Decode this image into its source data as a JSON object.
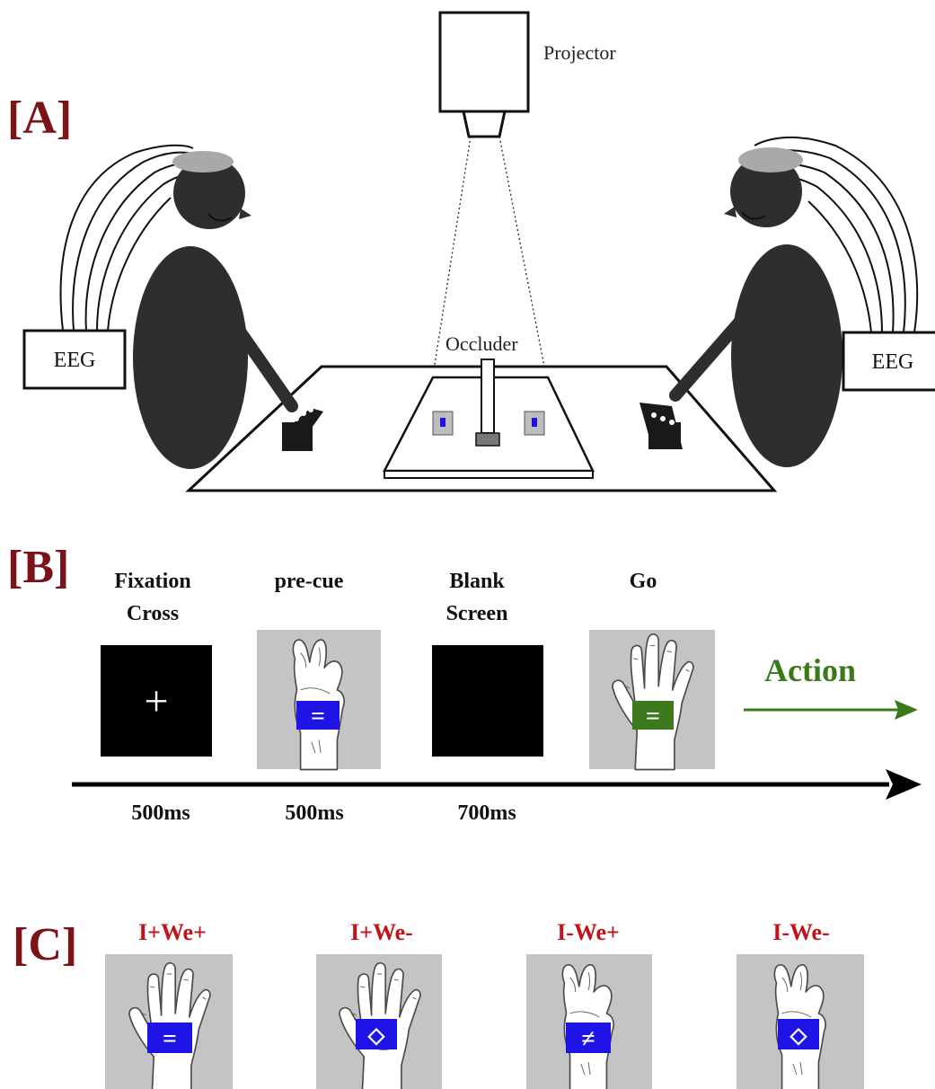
{
  "panel_a": {
    "label": "[A]",
    "projector_label": "Projector",
    "occluder_label": "Occluder",
    "eeg_left_label": "EEG",
    "eeg_right_label": "EEG"
  },
  "panel_b": {
    "label": "[B]",
    "frames": [
      {
        "title_line1": "Fixation",
        "title_line2": "Cross",
        "duration": "500ms",
        "glyph": "+"
      },
      {
        "title_line1": "pre-cue",
        "title_line2": "",
        "duration": "500ms",
        "glyph": "="
      },
      {
        "title_line1": "Blank",
        "title_line2": "Screen",
        "duration": "700ms",
        "glyph": ""
      },
      {
        "title_line1": "Go",
        "title_line2": "",
        "duration": "",
        "glyph": "="
      }
    ],
    "action_label": "Action"
  },
  "panel_c": {
    "label": "[C]",
    "conditions": [
      {
        "label": "I+We+",
        "glyph": "="
      },
      {
        "label": "I+We-",
        "glyph": "◇"
      },
      {
        "label": "I-We+",
        "glyph": "≠"
      },
      {
        "label": "I-We-",
        "glyph": "◇"
      }
    ]
  },
  "colors": {
    "label_red": "#c0141a",
    "panel_label": "#7a1418",
    "action_green": "#3a7a1a",
    "cue_blue": "#1e14e6",
    "go_green": "#3d7a1e",
    "card_gray": "#c4c4c4",
    "figure_dark": "#2e2e2e"
  }
}
